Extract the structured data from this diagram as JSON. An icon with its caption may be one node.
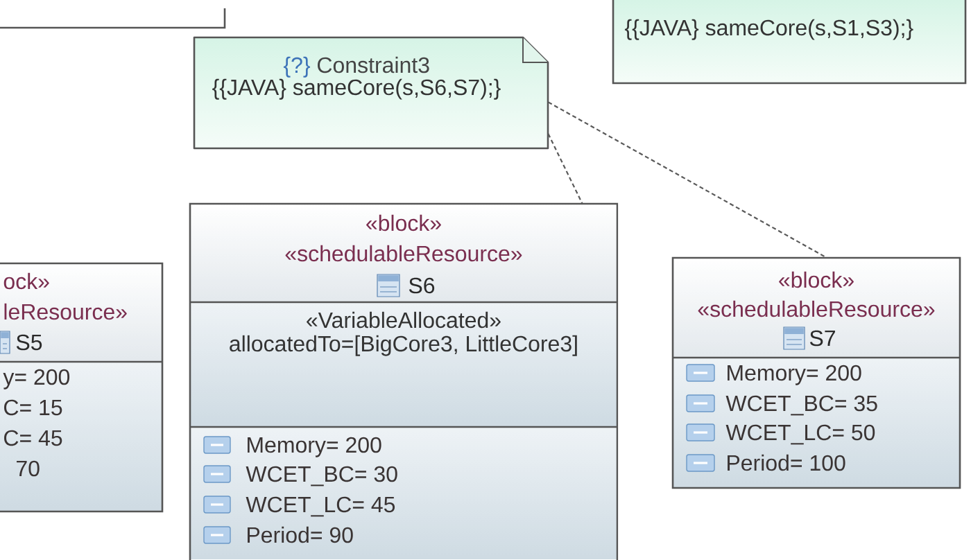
{
  "diagram": {
    "nodes": [
      {
        "text": [],
        "shape": "box"
      },
      {
        "text": [
          "{{JAVA} sameCore(s,S1,S3);}"
        ]
      },
      {
        "text": [
          "{?}",
          "Constraint3",
          "{{JAVA} sameCore(s,S6,S7);}"
        ]
      },
      {
        "text": [
          "ock»",
          "leResource»",
          "S5",
          "y= 200",
          "C= 15",
          "C= 45",
          "70"
        ]
      },
      {
        "text": [
          "«block»",
          "«schedulableResource»",
          "S6",
          "«VariableAllocated»",
          "allocatedTo=[BigCore3, LittleCore3]",
          "Memory= 200",
          "WCET_BC= 30",
          "WCET_LC= 45",
          "Period= 90"
        ]
      },
      {
        "text": [
          "«block»",
          "«schedulableResource»",
          "S7",
          "Memory= 200",
          "WCET_BC= 35",
          "WCET_LC= 50",
          "Period= 100"
        ]
      }
    ],
    "edges": [
      {
        "from": 2,
        "to": 4,
        "arrow": "none",
        "style": "dashed"
      },
      {
        "from": 2,
        "to": 5,
        "arrow": "none",
        "style": "dashed"
      }
    ]
  }
}
